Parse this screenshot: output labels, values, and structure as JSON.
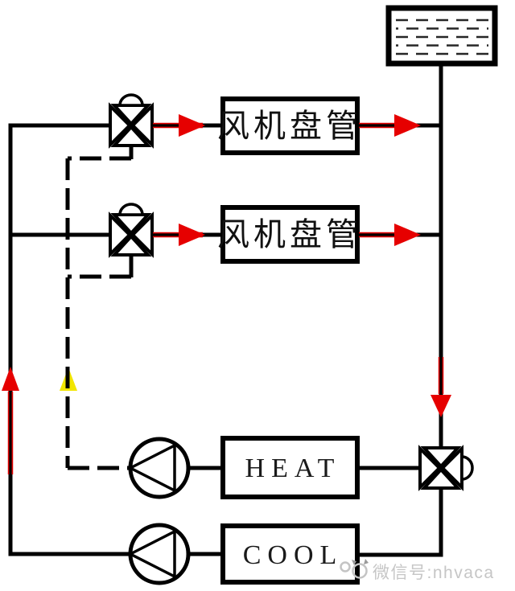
{
  "diagram": {
    "title_hint": "fan-coil-hvac-piping-schematic",
    "background": "#ffffff",
    "colors": {
      "pipe": "#000000",
      "flow_arrow_red": "#e60000",
      "flow_core_red": "#e00000",
      "signal_arrow_yellow": "#f2e600",
      "watermark_gray": "#c6c6c6"
    },
    "labels": {
      "fan_coil_unit_1": "风机盘管",
      "fan_coil_unit_2": "风机盘管",
      "heat_unit": "HEAT",
      "cool_unit": "COOL"
    },
    "components": {
      "tank": "expansion-water-tank-icon",
      "valve_row1": "three-way-valve-with-actuator-icon",
      "valve_row2": "three-way-valve-with-actuator-icon",
      "valve_bottom": "three-way-valve-with-actuator-icon",
      "pump_heat": "circulation-pump-icon",
      "pump_cool": "circulation-pump-icon"
    },
    "arrows": [
      {
        "name": "flow-arrow-row1-left",
        "color": "#e60000",
        "direction": "right"
      },
      {
        "name": "flow-arrow-row1-right",
        "color": "#e60000",
        "direction": "right"
      },
      {
        "name": "flow-arrow-row2-left",
        "color": "#e60000",
        "direction": "right"
      },
      {
        "name": "flow-arrow-row2-right",
        "color": "#e60000",
        "direction": "right"
      },
      {
        "name": "flow-arrow-supply-up",
        "color": "#e60000",
        "direction": "up"
      },
      {
        "name": "flow-arrow-return-down",
        "color": "#e60000",
        "direction": "down"
      },
      {
        "name": "signal-arrow-up",
        "color": "#f2e600",
        "direction": "up"
      }
    ]
  },
  "watermark": {
    "text": "微信号:nhvaca"
  }
}
